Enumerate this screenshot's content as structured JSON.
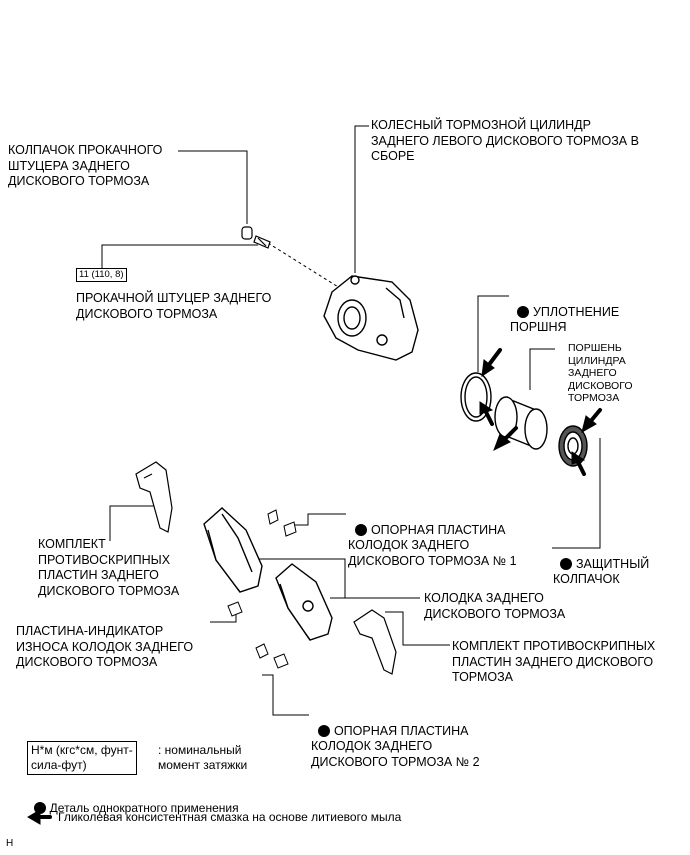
{
  "labels": {
    "bleeder_cap": "КОЛПАЧОК ПРОКАЧНОГО\nШТУЦЕРА ЗАДНЕГО\nДИСКОВОГО ТОРМОЗА",
    "cylinder_assy": "КОЛЕСНЫЙ ТОРМОЗНОЙ ЦИЛИНДР\nЗАДНЕГО ЛЕВОГО ДИСКОВОГО ТОРМОЗА В\nСБОРЕ",
    "torque_spec": "11 (110, 8)",
    "bleeder_plug": "ПРОКАЧНОЙ ШТУЦЕР ЗАДНЕГО\nДИСКОВОГО ТОРМОЗА",
    "piston_seal": "УПЛОТНЕНИЕ\nПОРШНЯ",
    "piston": "ПОРШЕНЬ\nЦИЛИНДРА\nЗАДНЕГО\nДИСКОВОГО\nТОРМОЗА",
    "support_plate_1": "ОПОРНАЯ ПЛАСТИНА\nКОЛОДОК ЗАДНЕГО\nДИСКОВОГО ТОРМОЗА № 1",
    "anti_squeal_left": "КОМПЛЕКТ\nПРОТИВОСКРИПНЫХ\nПЛАСТИН ЗАДНЕГО\nДИСКОВОГО ТОРМОЗА",
    "boot": "ЗАЩИТНЫЙ\nКОЛПАЧОК",
    "pad": "КОЛОДКА ЗАДНЕГО\nДИСКОВОГО ТОРМОЗА",
    "wear_indicator": "ПЛАСТИНА-ИНДИКАТОР\nИЗНОСА КОЛОДОК ЗАДНЕГО\nДИСКОВОГО ТОРМОЗА",
    "anti_squeal_right": "КОМПЛЕКТ ПРОТИВОСКРИПНЫХ\nПЛАСТИН ЗАДНЕГО ДИСКОВОГО\nТОРМОЗА",
    "support_plate_2": "ОПОРНАЯ ПЛАСТИНА\nКОЛОДОК ЗАДНЕГО\nДИСКОВОГО ТОРМОЗА № 2"
  },
  "legend": {
    "torque_units": "Н*м (кгс*см, фунт-\nсила-фут)",
    "torque_desc": ": номинальный\nмомент затяжки",
    "non_reusable": "Деталь однократного применения",
    "grease": "Гликолевая консистентная смазка на основе литиевого мыла"
  },
  "corner_mark": "H"
}
